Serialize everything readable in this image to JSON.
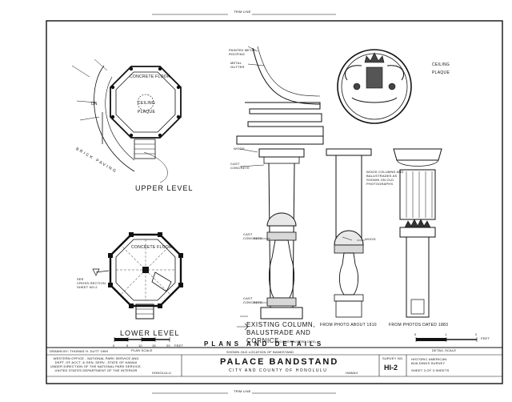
{
  "trim_top": "TRIM LINE",
  "trim_bottom": "TRIM LINE",
  "upper_level": {
    "title": "UPPER LEVEL",
    "concrete_floor": "CONCRETE FLOOR",
    "ceiling_plaque": "CEILING\nPLAQUE",
    "brick_paving": "BRICK PAVING",
    "dn": "DN"
  },
  "lower_level": {
    "title": "LOWER LEVEL",
    "concrete_floor": "CONCRETE FLOOR",
    "see_section": "SEE\nCROSS-SECTION\nSHEET NO.2"
  },
  "plan_scale": {
    "ticks": [
      "0",
      "5",
      "10",
      "15",
      "20"
    ],
    "unit": "FEET",
    "label": "PLAN SCALE"
  },
  "column": {
    "painted_metal": "PAINTED METAL\nROOFING",
    "metal_gutter": "METAL\nGUTTER",
    "wood": "WOOD",
    "cast_concrete_top": "CAST\nCONCRETE",
    "cast_concrete_mid": "CAST\nCONCRETE",
    "cast_concrete_low": "CAST\nCONCRETE",
    "caption_1": "EXISTING COLUMN,",
    "caption_2": "BALUSTRADE AND",
    "caption_3": "CORNICE",
    "caption_note": "(CONSTRUCTED 1920)"
  },
  "photo_1910": {
    "note": "WOOD COLUMNS AND\nBALUSTRADES AS\nSHOWN ON OLD\nPHOTOGRAPHS",
    "wood": "WOOD",
    "caption": "FROM PHOTO ABOUT 1910"
  },
  "photo_1883": {
    "caption": "FROM PHOTOS DATED 1883"
  },
  "ceiling_plaque_label": "CEILING\nPLAQUE",
  "detail_scale": {
    "ticks": [
      "0",
      "1",
      "2"
    ],
    "unit": "FEET",
    "label": "DETAIL SCALE"
  },
  "header_note": "SHOWN OLD LOCATION OF BANDSTAND",
  "sheet_title": "PLANS AND DETAILS",
  "drawn_by": "DRAWN BY: THOMAS H. DUTT  1969",
  "agency": "WESTERN OFFICE - NATIONAL PARK SERVICE AND\nDEPT. OF ACCT. & GEN. SERV., STATE OF HAWAII\nUNDER DIRECTION OF THE NATIONAL PARK SERVICE,\nUNITED STATES DEPARTMENT OF THE INTERIOR",
  "project_name": "PALACE BANDSTAND",
  "project_location": "CITY AND COUNTY OF HONOLULU",
  "city": "HONOLULU",
  "state": "HAWAII",
  "survey_label": "SURVEY NO.",
  "survey_no": "HI-2",
  "survey_name": "HISTORIC AMERICAN\nBUILDINGS SURVEY",
  "sheet_of": "SHEET 3 OF 3 SHEETS"
}
